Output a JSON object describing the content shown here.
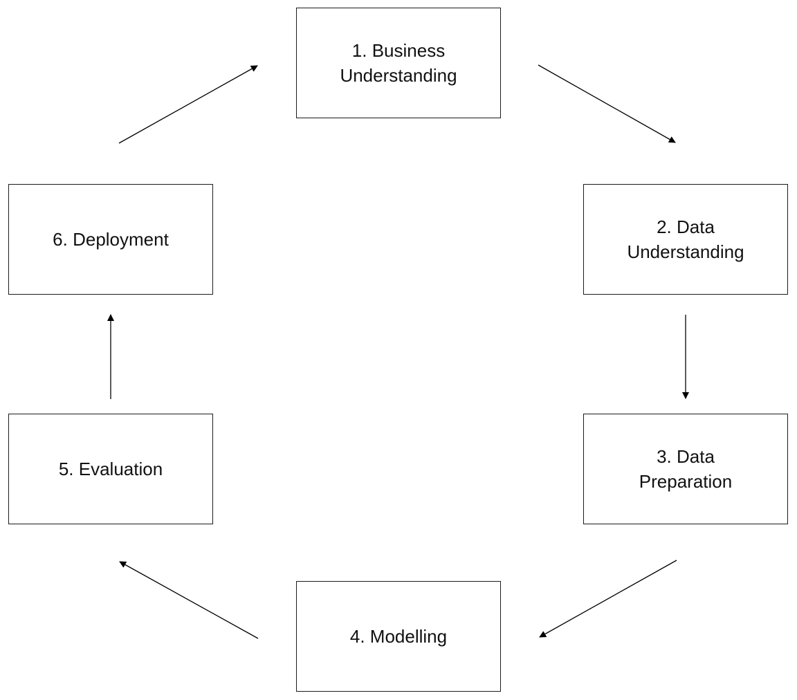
{
  "diagram": {
    "steps": [
      {
        "label": "1. Business\nUnderstanding"
      },
      {
        "label": "2. Data\nUnderstanding"
      },
      {
        "label": "3. Data\nPreparation"
      },
      {
        "label": "4. Modelling"
      },
      {
        "label": "5. Evaluation"
      },
      {
        "label": "6. Deployment"
      }
    ],
    "edges": [
      {
        "from": "1. Business Understanding",
        "to": "2. Data Understanding"
      },
      {
        "from": "2. Data Understanding",
        "to": "3. Data Preparation"
      },
      {
        "from": "3. Data Preparation",
        "to": "4. Modelling"
      },
      {
        "from": "4. Modelling",
        "to": "5. Evaluation"
      },
      {
        "from": "5. Evaluation",
        "to": "6. Deployment"
      },
      {
        "from": "6. Deployment",
        "to": "1. Business Understanding"
      }
    ],
    "colors": {
      "line": "#000000",
      "border": "#1a1a1a",
      "text": "#111111",
      "background": "#ffffff"
    }
  }
}
